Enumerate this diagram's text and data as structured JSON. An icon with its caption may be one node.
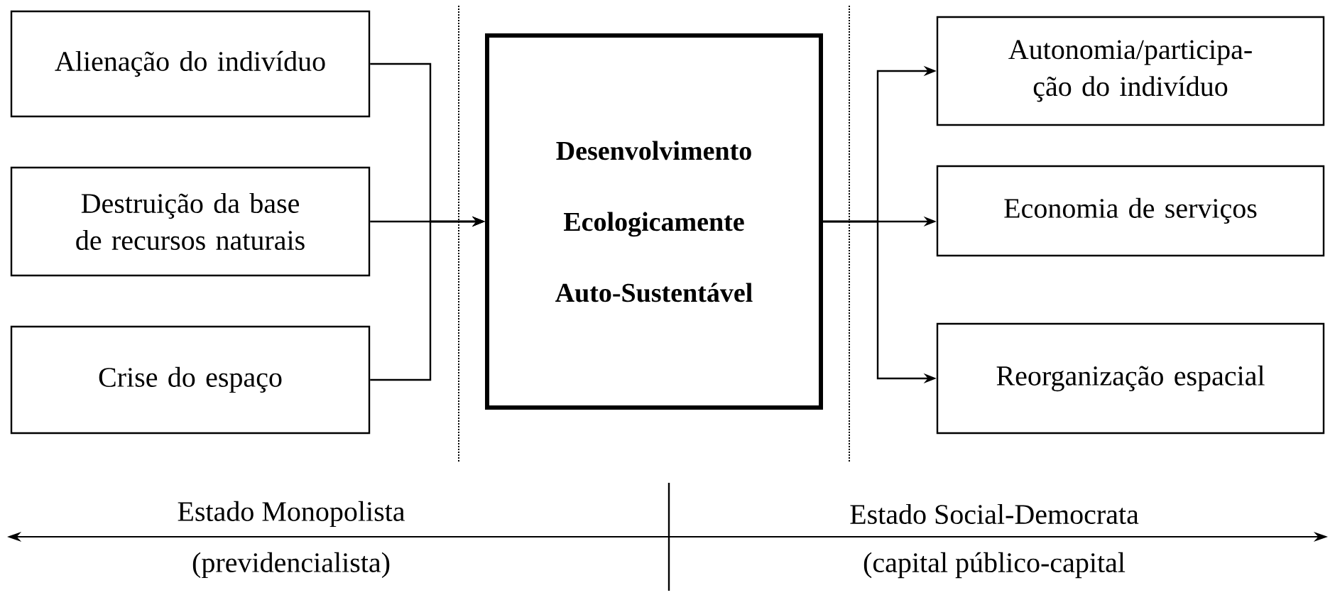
{
  "diagram": {
    "nodes": [
      {
        "text": [
          "Alienação do indivíduo"
        ]
      },
      {
        "text": [
          "Destruição da base de recursos naturais"
        ]
      },
      {
        "text": [
          "Crise do espaço"
        ]
      },
      {
        "text": [
          "Desenvolvimento Ecologicamente Auto-Sustentável"
        ]
      },
      {
        "text": [
          "Autonomia/participa-ção do indivíduo"
        ]
      },
      {
        "text": [
          "Economia de serviços"
        ]
      },
      {
        "text": [
          "Reorganização espacial"
        ]
      }
    ],
    "edges": [
      {
        "from": 0,
        "to": 3,
        "arrow": "to"
      },
      {
        "from": 1,
        "to": 3,
        "arrow": "to"
      },
      {
        "from": 2,
        "to": 3,
        "arrow": "to"
      },
      {
        "from": 3,
        "to": 4,
        "arrow": "to"
      },
      {
        "from": 3,
        "to": 5,
        "arrow": "to"
      },
      {
        "from": 3,
        "to": 6,
        "arrow": "to"
      }
    ],
    "labels": [
      "Estado Monopolista",
      "Estado Social-Democrata",
      "(previdencialista)",
      "(capital público-capital"
    ]
  }
}
